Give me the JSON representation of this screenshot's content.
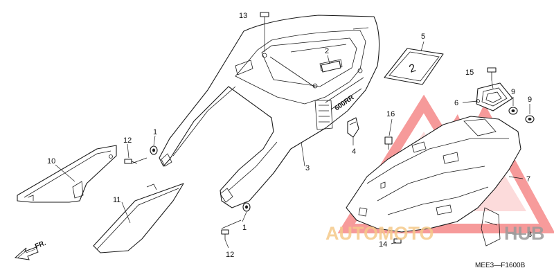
{
  "diagram": {
    "callouts": {
      "c1a": "1",
      "c1b": "1",
      "c2": "2",
      "c3": "3",
      "c4": "4",
      "c5": "5",
      "c6": "6",
      "c7": "7",
      "c8": "8",
      "c9a": "9",
      "c9b": "9",
      "c10": "10",
      "c11": "11",
      "c12a": "12",
      "c12b": "12",
      "c13": "13",
      "c14": "14",
      "c15": "15",
      "c16": "16"
    },
    "direction_label": "FR.",
    "diagram_code": "MEE3—F1600B",
    "seat_cowl_lettering": "600RR",
    "sticker_mark": "2"
  },
  "watermark": {
    "text_part1": "AUTOMOTO",
    "text_part2": "HUB",
    "color_triangle": "#f04848",
    "color_part1": "#f5c98a",
    "color_part2": "#9a9a9a"
  }
}
